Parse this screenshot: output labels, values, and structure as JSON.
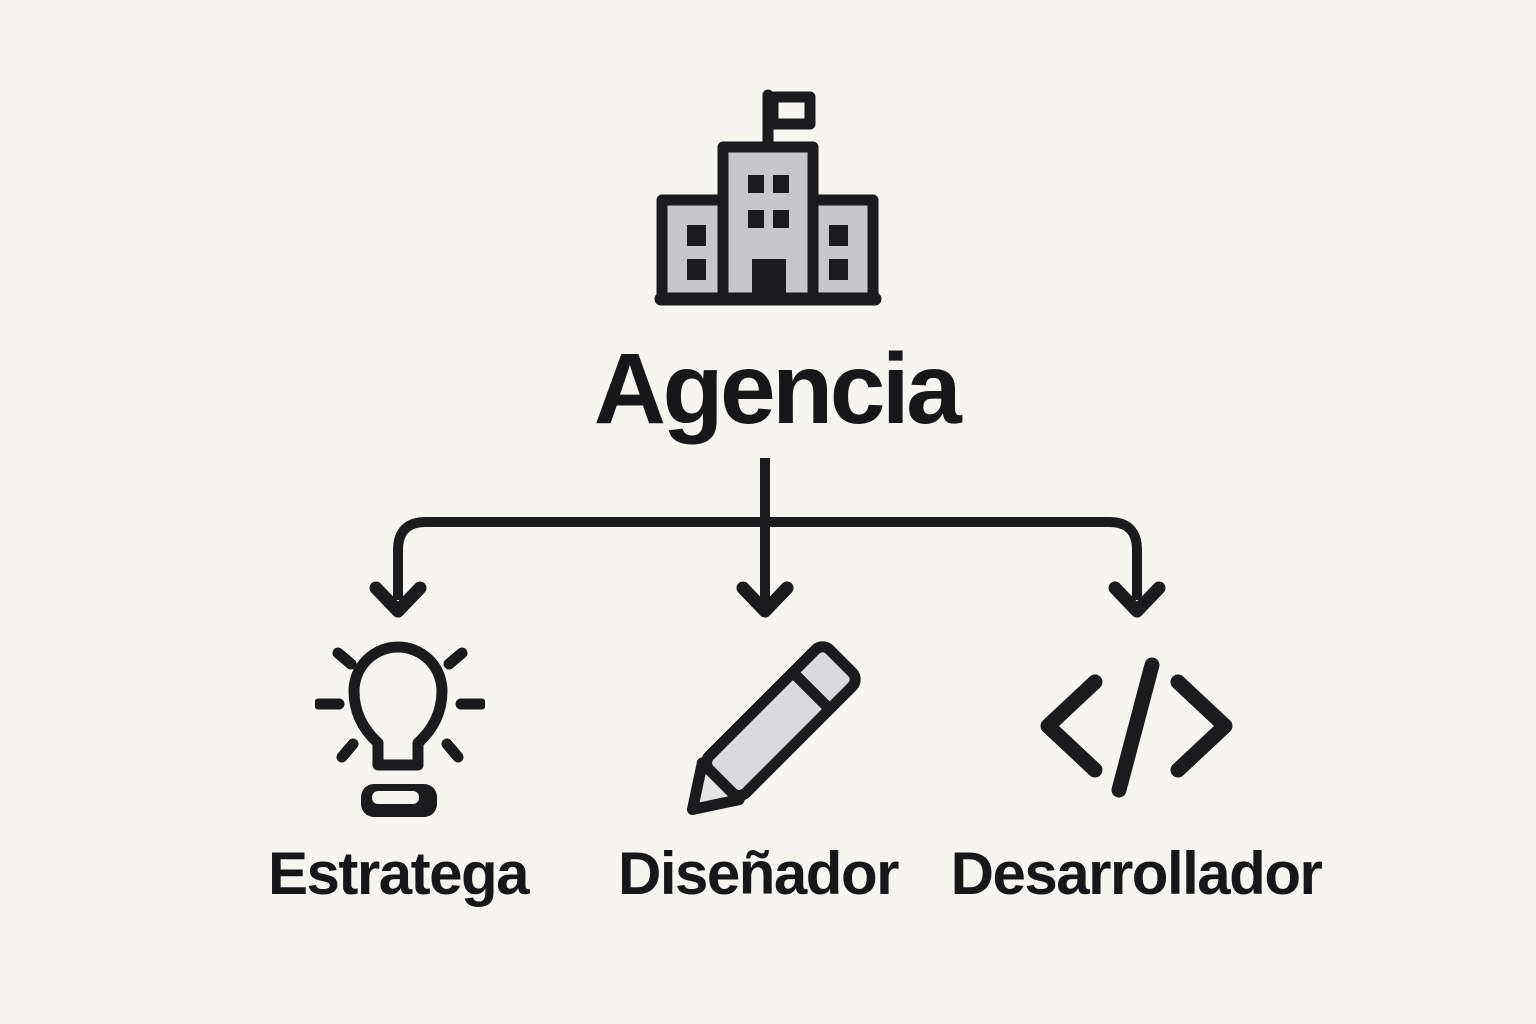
{
  "background_color": "#f6f5f2",
  "ink_color": "#1b1b1e",
  "diagram": {
    "type": "org-chart",
    "root": {
      "label": "Agencia",
      "icon": "building-icon",
      "icon_fill": "#c7c7cb"
    },
    "connector": {
      "shape": "one-to-three-arrows",
      "arrow_count": 3
    },
    "children": [
      {
        "label": "Estratega",
        "icon": "lightbulb-icon",
        "icon_fill": "none"
      },
      {
        "label": "Diseñador",
        "icon": "pencil-icon",
        "icon_fill": "#dadadc"
      },
      {
        "label": "Desarrollador",
        "icon": "code-icon",
        "icon_fill": "none"
      }
    ]
  }
}
